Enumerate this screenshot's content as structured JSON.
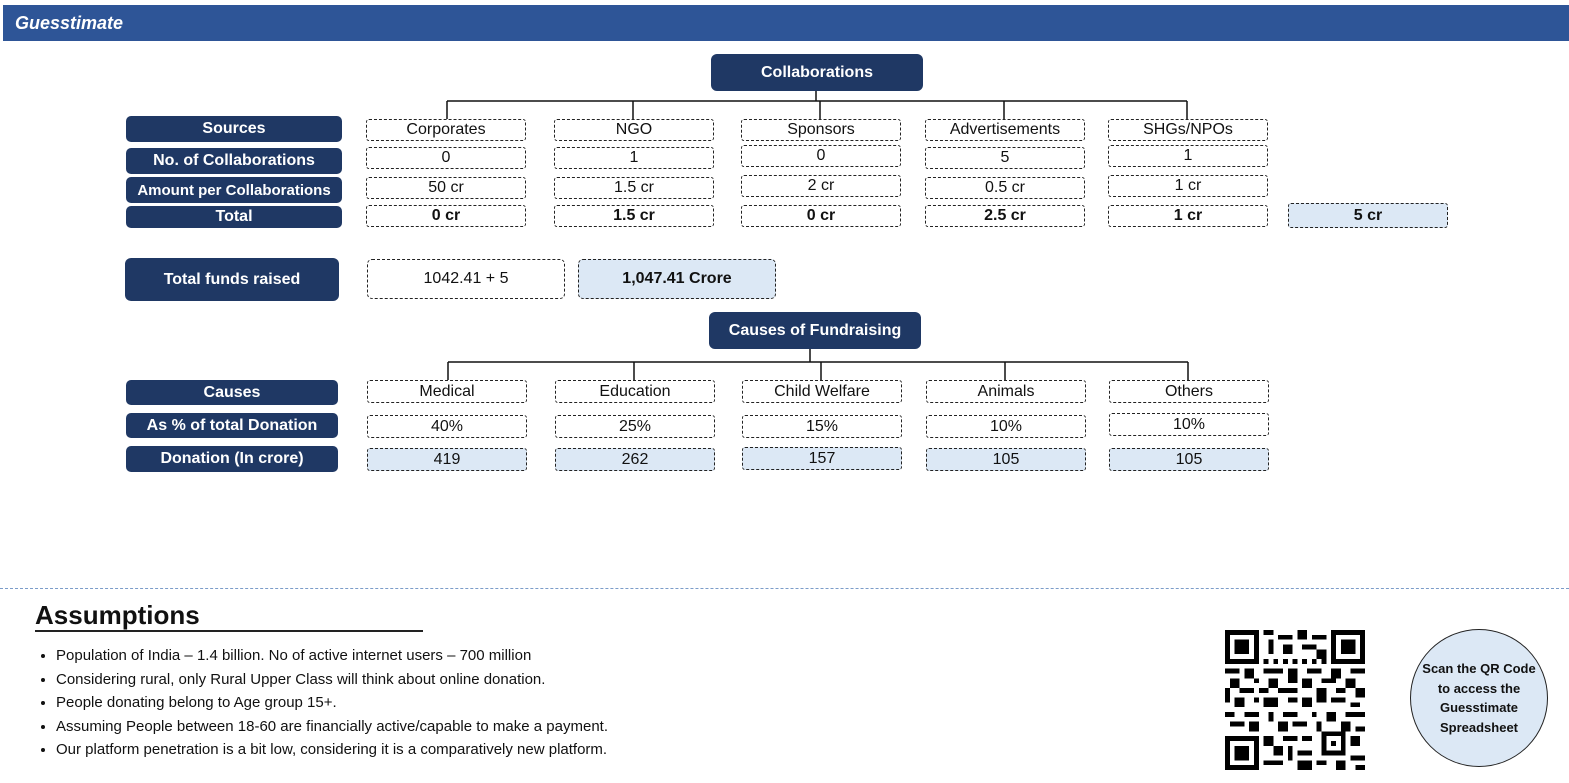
{
  "header": {
    "title": "Guesstimate"
  },
  "collaborations": {
    "title": "Collaborations",
    "row_labels": {
      "sources": "Sources",
      "count": "No. of Collaborations",
      "amount": "Amount per Collaborations",
      "total": "Total"
    },
    "columns": [
      {
        "source": "Corporates",
        "count": "0",
        "amount": "50 cr",
        "total": "0 cr"
      },
      {
        "source": "NGO",
        "count": "1",
        "amount": "1.5 cr",
        "total": "1.5 cr"
      },
      {
        "source": "Sponsors",
        "count": "0",
        "amount": "2 cr",
        "total": "0 cr"
      },
      {
        "source": "Advertisements",
        "count": "5",
        "amount": "0.5 cr",
        "total": "2.5 cr"
      },
      {
        "source": "SHGs/NPOs",
        "count": "1",
        "amount": "1 cr",
        "total": "1 cr"
      }
    ],
    "grand_total": "5 cr"
  },
  "funds": {
    "label": "Total funds raised",
    "formula": "1042.41 + 5",
    "result": "1,047.41 Crore"
  },
  "causes": {
    "title": "Causes of Fundraising",
    "row_labels": {
      "causes": "Causes",
      "percent": "As % of total Donation",
      "donation": "Donation (In crore)"
    },
    "columns": [
      {
        "cause": "Medical",
        "percent": "40%",
        "donation": "419"
      },
      {
        "cause": "Education",
        "percent": "25%",
        "donation": "262"
      },
      {
        "cause": "Child Welfare",
        "percent": "15%",
        "donation": "157"
      },
      {
        "cause": "Animals",
        "percent": "10%",
        "donation": "105"
      },
      {
        "cause": "Others",
        "percent": "10%",
        "donation": "105"
      }
    ]
  },
  "assumptions": {
    "title": "Assumptions",
    "items": [
      "Population of India – 1.4 billion. No of active internet users – 700 million",
      "Considering rural, only Rural Upper Class will think about online donation.",
      "People donating belong to Age group 15+.",
      "Assuming People between 18-60 are financially active/capable to make a payment.",
      "Our platform penetration is a bit low, considering it is a comparatively new platform."
    ]
  },
  "qr": {
    "icon": "qr-code-icon",
    "caption": "Scan the QR Code to access the Guesstimate Spreadsheet"
  },
  "colors": {
    "header": "#2e5597",
    "navy": "#1f3864",
    "light_blue": "#dce8f5"
  }
}
